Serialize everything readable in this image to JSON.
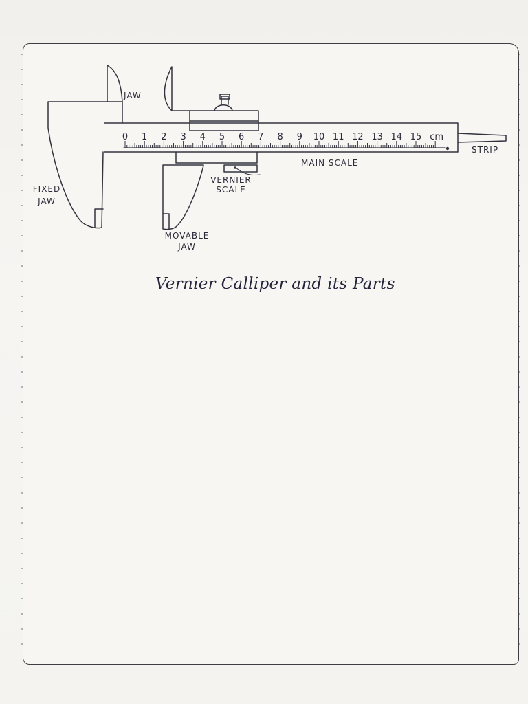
{
  "labels": {
    "jaw": "JAW",
    "fixed_jaw_line1": "FIXED",
    "fixed_jaw_line2": "JAW",
    "movable_jaw_line1": "MOVABLE",
    "movable_jaw_line2": "JAW",
    "vernier_scale_line1": "VERNIER",
    "vernier_scale_line2": "SCALE",
    "main_scale": "MAIN SCALE",
    "strip": "STRIP"
  },
  "scale": {
    "numbers": [
      "0",
      "1",
      "2",
      "3",
      "4",
      "5",
      "6",
      "7",
      "8",
      "9",
      "10",
      "11",
      "12",
      "13",
      "14",
      "15"
    ],
    "unit": "cm"
  },
  "caption": "Vernier Calliper and its Parts"
}
